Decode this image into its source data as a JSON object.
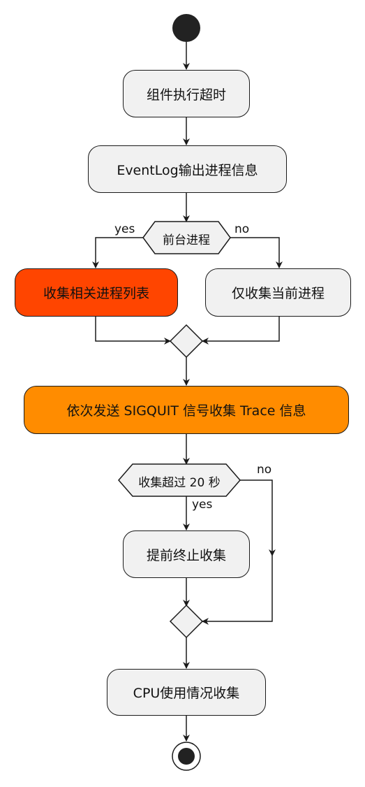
{
  "nodes": {
    "timeout": "组件执行超时",
    "eventlog": "EventLog输出进程信息",
    "collect_related": "收集相关进程列表",
    "collect_current": "仅收集当前进程",
    "send_sigquit": "依次发送 SIGQUIT 信号收集 Trace 信息",
    "stop_early": "提前终止收集",
    "cpu_usage": "CPU使用情况收集"
  },
  "decisions": {
    "foreground": "前台进程",
    "over_20s": "收集超过 20 秒"
  },
  "branches": {
    "foreground_yes": "yes",
    "foreground_no": "no",
    "over_yes": "yes",
    "over_no": "no"
  },
  "colors": {
    "default_fill": "#f1f1f1",
    "related_fill": "#ff4500",
    "sigquit_fill": "#ff8c00",
    "line": "#1a1a1a"
  }
}
